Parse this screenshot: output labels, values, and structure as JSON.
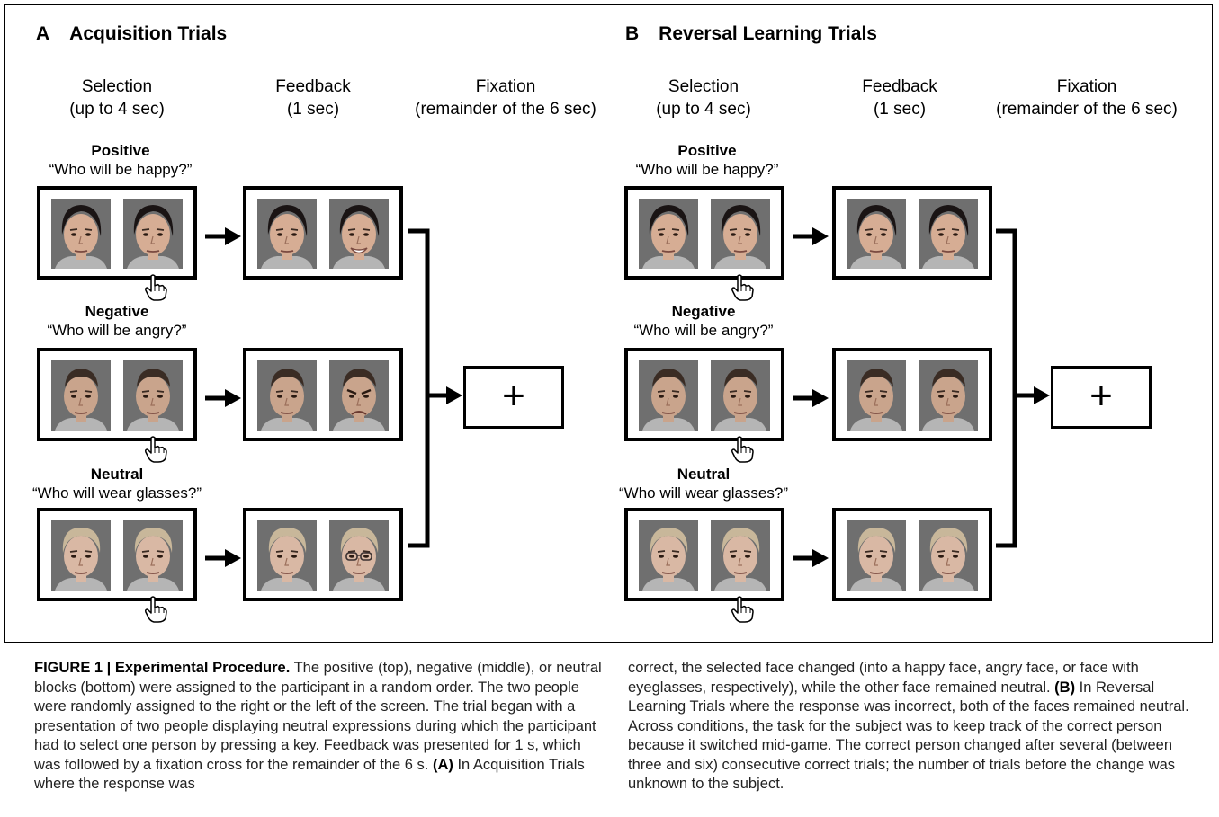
{
  "panels": {
    "a": {
      "letter": "A",
      "title": "Acquisition Trials"
    },
    "b": {
      "letter": "B",
      "title": "Reversal Learning Trials"
    }
  },
  "columns": {
    "selection": [
      "Selection",
      "(up to 4 sec)"
    ],
    "feedback": [
      "Feedback",
      "(1 sec)"
    ],
    "fixation": [
      "Fixation",
      "(remainder of the 6 sec)"
    ]
  },
  "conditions": {
    "positive": {
      "name": "Positive",
      "question": "“Who will be happy?”"
    },
    "negative": {
      "name": "Negative",
      "question": "“Who will be angry?”"
    },
    "neutral": {
      "name": "Neutral",
      "question": "“Who will wear glasses?”"
    }
  },
  "fixation_symbol": "+",
  "icons": [
    "pointing-hand-icon",
    "right-arrow-icon",
    "merge-bracket"
  ],
  "colors": {
    "photo_background": "#6f6f6f",
    "box_border": "#000000",
    "caption_text": "#222222"
  },
  "caption": {
    "figure_label": "FIGURE 1 | Experimental Procedure.",
    "left_body": " The positive (top), negative (middle), or neutral blocks (bottom) were assigned to the participant in a random order. The two people were randomly assigned to the right or the left of the screen. The trial began with a presentation of two people displaying neutral expressions during which the participant had to select one person by pressing a key. Feedback was presented for 1 s, which was followed by a fixation cross for the remainder of the 6 s. ",
    "ref_a": "(A)",
    "left_tail": " In Acquisition Trials where the response was",
    "right_head": "correct, the selected face changed (into a happy face, angry face, or face with eyeglasses, respectively), while the other face remained neutral. ",
    "ref_b": "(B)",
    "right_tail": " In Reversal Learning Trials where the response was incorrect, both of the faces remained neutral. Across conditions, the task for the subject was to keep track of the correct person because it switched mid-game. The correct person changed after several (between three and six) consecutive correct trials; the number of trials before the change was unknown to the subject."
  }
}
